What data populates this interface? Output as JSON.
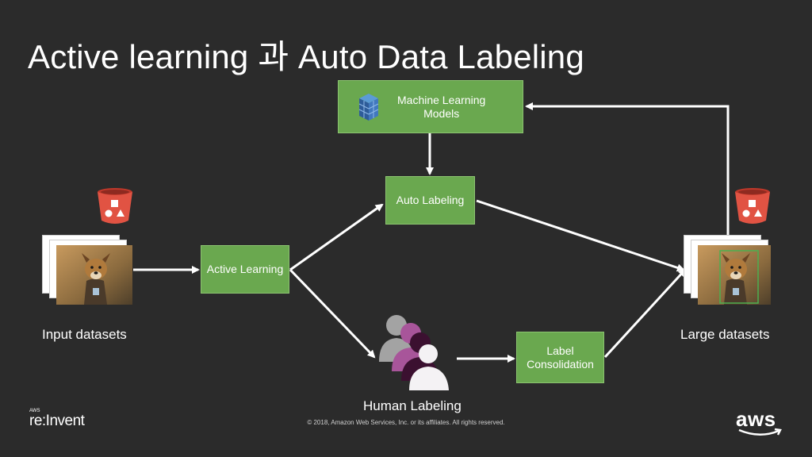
{
  "title": "Active learning 과 Auto Data Labeling",
  "nodes": {
    "ml_models": "Machine Learning\nModels",
    "auto_labeling": "Auto Labeling",
    "active_learning": "Active Learning",
    "label_consolidation": "Label\nConsolidation"
  },
  "captions": {
    "input_datasets": "Input datasets",
    "large_datasets": "Large datasets",
    "human_labeling": "Human Labeling"
  },
  "footer": {
    "copyright": "© 2018, Amazon Web Services, Inc. or its affiliates. All rights reserved.",
    "reinvent_small": "AWS",
    "reinvent": "re:Invent",
    "aws": "aws"
  },
  "icons": {
    "bucket": "s3-bucket-icon",
    "models": "sagemaker-models-icon",
    "people": "people-group-icon"
  },
  "colors": {
    "background": "#2b2b2b",
    "box": "#6aa84f",
    "bucket": "#e15343",
    "people_purple": "#a8559a",
    "people_dark": "#3b1030"
  }
}
